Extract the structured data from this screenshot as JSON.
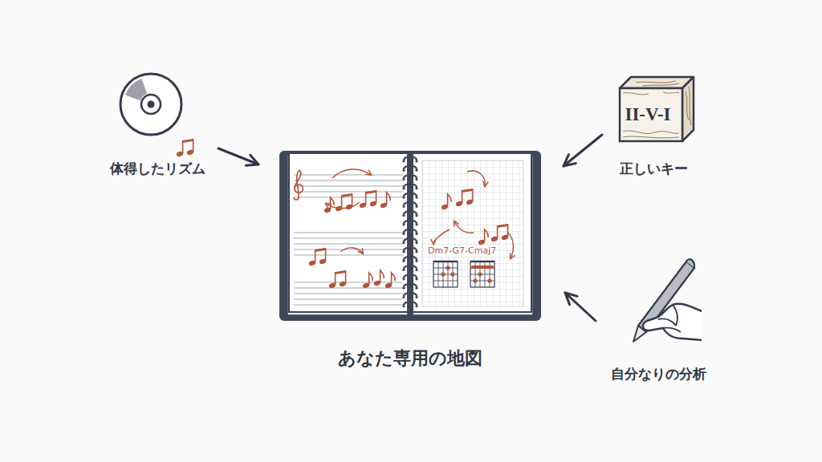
{
  "diagram": {
    "nodes": [
      {
        "text": [
          "体得したリズム"
        ]
      },
      {
        "text": [
          "Dm7-G7-Cmaj7",
          "あなた専用の地図"
        ]
      },
      {
        "text": [
          "II-V-I",
          "正しいキー"
        ]
      },
      {
        "text": [
          "自分なりの分析"
        ]
      }
    ],
    "edges": [
      {
        "from": 0,
        "to": 1,
        "arrow": "to"
      },
      {
        "from": 2,
        "to": 1,
        "arrow": "to"
      },
      {
        "from": 3,
        "to": 1,
        "arrow": "to"
      }
    ]
  }
}
